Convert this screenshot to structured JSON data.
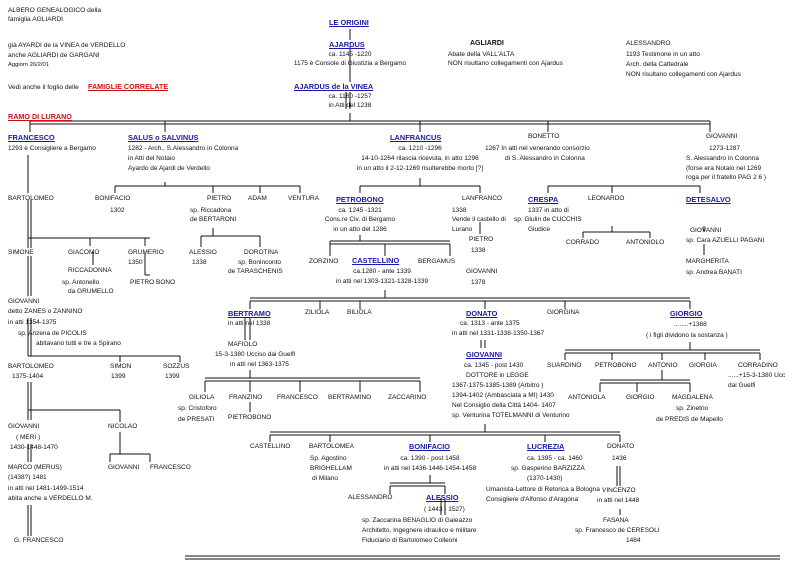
{
  "header": {
    "title1": "ALBERO GENEALOGICO della",
    "title2": "famiglia AGLIARDI",
    "alt1": "già AYARDI de la VINEA de VERDELLO",
    "alt2": "anche AGLIARDI de GARGANI",
    "updated": "Aggiorn 26/2/01",
    "see": "Vedi anche il foglio delle",
    "correlate": "FAMIGLIE CORRELATE",
    "ramo": "RAMO DI LURANO"
  },
  "top": {
    "origini": "LE ORIGINI",
    "ajardus": "AJARDUS",
    "ajardus_d1": "ca. 1145 -1220",
    "ajardus_d2": "1175 è Console di Giustizia a Bergamo",
    "agliardi": "AGLIARDI",
    "agliardi_d1": "Abate della VALL'ALTA",
    "agliardi_d2": "NON risultano collegamenti con Ajardus",
    "alessandro": "ALESSANDRO",
    "alessandro_d1": "1193 Testimone in un atto",
    "alessandro_d2": "Arch. della Cattedrale",
    "alessandro_d3": "NON risultano collegamenti con  Ajardus",
    "vinea": "AJARDUS  de la VINEA",
    "vinea_d1": "ca. 1180 -1257",
    "vinea_d2": "in Atti del 1238"
  },
  "gen2": {
    "francesco": "FRANCESCO",
    "francesco_d": "1293 è Consigliere a Bergamo",
    "salus": "SALUS  o SALVINUS",
    "salus_d1": "1282 - Arch., S.Alessandro in Colonna",
    "salus_d2": "in Atti del Notaio",
    "salus_d3": "Ayardo de Ajardi de Verdello",
    "lanfrancus": "LANFRANCUS",
    "lanfrancus_d1": "ca. 1210 -1296",
    "lanfrancus_d2": "14-10-1264 rilascia ricevuta, in atto 1296",
    "lanfrancus_d3": "in un atto il 2-12-1269 risulterebbe morto [?]",
    "bonetto": "BONETTO",
    "bonetto_d1": "1267 In atti nel venerando consorzio",
    "bonetto_d2": "di S. Alessandro in Colonna",
    "giovanni": "GIOVANNI",
    "giovanni_d1": "1273-1287",
    "giovanni_d2": "S. Alessandro in Colonna",
    "giovanni_d3": "(forse era Notaio nel 1269",
    "giovanni_d4": "roga per il fratello PAG 2 6 )"
  },
  "gen3": {
    "bartolomeo": "BARTOLOMEO",
    "bonifacio": "BONIFACIO",
    "bonifacio_d": "1302",
    "pietro": "PIETRO",
    "pietro_d1": "sp.  Riccadona",
    "pietro_d2": "de BERTARONI",
    "adam": "ADAM",
    "ventura": "VENTURA",
    "petrobono": "PETROBONO",
    "petrobono_d1": "ca. 1245 -1321",
    "petrobono_d2": "Cons.re Civ. di Bergamo",
    "petrobono_d3": "in un atto del 1286",
    "lanfranco": "LANFRANCO",
    "lanfranco_d1": "1338",
    "lanfranco_d2": "Vende il castello di",
    "lanfranco_d3": "Lurano",
    "crespa": "CRESPA",
    "crespa_d1": "1337 in atto di",
    "crespa_d2": "sp. Giulin de CUCCHIS",
    "crespa_d3": "Giudice",
    "leonardo": "LEONARDO",
    "corrado": "CORRADO",
    "antoniolo": "ANTONIOLO",
    "detesalvo": "DETESALVO",
    "detesalvo_d1": "GIOVANNI",
    "detesalvo_d2": "sp. Cara AZUELLI PAGANI",
    "margherita": "MARGHERITA",
    "margherita_d": "sp. Andrea BANATI"
  },
  "gen4": {
    "simone": "SIMONE",
    "giacomo": "GIACOMO",
    "riccadonna": "RICCADONNA",
    "riccadonna_d1": "sp.   Antonello",
    "riccadonna_d2": "da GRUMELLO",
    "grumerio": "GRUMERIO",
    "grumerio_d": "1350",
    "pietrobono_a": "PIETRO BONO",
    "alessio": "ALESSIO",
    "alessio_d": "1338",
    "dorotina": "DOROTINA",
    "dorotina_d1": "sp. Boninconto",
    "dorotina_d2": "de TARASCHENIS",
    "zorzino": "ZORZINO",
    "castellino": "CASTELLINO",
    "castellino_d1": "ca.1280 - ante 1339",
    "castellino_d2": "in atti nel 1303-1321-1328-1339",
    "bergamus": "BERGAMUS",
    "pietro_l": "PIETRO",
    "pietro_l_d": "1338",
    "giovanni_l": "GIOVANNI",
    "giovanni_l_d": "1378"
  },
  "gen5": {
    "giovanni": "GIOVANNI",
    "giovanni_d1": "detto ZANES o ZANNINO",
    "giovanni_d2": "in atti 1354-1375",
    "giovanni_d3": "sp.  Anzena  de PICOLIS",
    "giovanni_d4": "abitavano tutti e tre a Spirano",
    "bertramo": "BERTRAMO",
    "bertramo_d": "in atti nel 1338",
    "ziliola": "ZILIOLA",
    "biliola": "BILIOLA",
    "mafiolo": "MAFIOLO",
    "mafiolo_d1": "15-3-1380 Ucciso dai Guelfi",
    "mafiolo_d2": "in atti nel 1363-1375",
    "donato": "DONATO",
    "donato_d1": "ca. 1313 - ante 1375",
    "donato_d2": "in atti nel 1331-1338-1350-1367",
    "giorgina": "GIORGINA",
    "giorgio": "GIORGIO",
    "giorgio_d1": "........+1368",
    "giorgio_d2": "( i figli dividono la sostanza )"
  },
  "gen6": {
    "bartolomeo": "BARTOLOMEO",
    "bartolomeo_d": "1375-1404",
    "simon": "SIMON",
    "simon_d": "1399",
    "sozzus": "SOZZUS",
    "sozzus_d": "1399",
    "giovanni": "GIOVANNI",
    "giovanni_d1": "ca. 1345 - post 1430",
    "giovanni_d2": "DOTTORE in LEGGE",
    "giovanni_d3": "1367-1375-1385-1389 (Arbitro )",
    "giovanni_d4": "1394-1402 (Ambasciata a MI) 1430",
    "giovanni_d5": "Nel Consiglio della Città 1404- 1407",
    "giovanni_d6": "sp.  Venturina TOTELMANNI di Venturino",
    "suardino": "SUARDINO",
    "petrobono": "PETROBONO",
    "antonio": "ANTONIO",
    "giorgia": "GIORGIA",
    "corradino": "CORRADINO",
    "corradino_d1": "......+15-3-1380 Ucc",
    "corradino_d2": "dai Guelfi"
  },
  "gen7": {
    "giliola": "GILIOLA",
    "giliola_d1": "sp. Cristoforo",
    "giliola_d2": "de PRESATI",
    "franzino": "FRANZINO",
    "pietrobono": "PIETROBONO",
    "francesco": "FRANCESCO",
    "bertramino": "BERTRAMINO",
    "zaccarino": "ZACCARINO",
    "antoniola": "ANTONIOLA",
    "giorgio": "GIORGIO",
    "magdalena": "MAGDALENA",
    "magdalena_d1": "sp.  Zinetrio",
    "magdalena_d2": "de PREDIS de Mapello"
  },
  "gen8": {
    "giovanni": "GIOVANNI",
    "giovanni_d1": "( MERI )",
    "giovanni_d2": "1430-1448-1470",
    "nicolao": "NICOLAO",
    "marco": "MARCO (MERUS)",
    "marco_d1": "(1438?)  1481",
    "marco_d2": "in atti nel 1481-1499-1514",
    "marco_d3": "abita anche a VERDELLO M.",
    "giovanni2": "GIOVANNI",
    "francesco": "FRANCESCO",
    "gfrancesco": "G. FRANCESCO",
    "castellino": "CASTELLINO",
    "bartolomea": "BARTOLOMEA",
    "bartolomea_d1": "Sp. Agostino",
    "bartolomea_d2": "BRIGHELLAM",
    "bartolomea_d3": "di Milano",
    "bonifacio": "BONIFACIO",
    "bonifacio_d1": "ca. 1390 - post 1458",
    "bonifacio_d2": "in atti nel 1436-1446-1454-1458",
    "lucrezia": "LUCREZIA",
    "lucrezia_d1": "ca. 1395 - ca. 1460",
    "lucrezia_d2": "sp.  Gasperino BARZIZZA",
    "lucrezia_d3": "(1370-1430)",
    "lucrezia_d4": "Umanista-Lettore di Retorica a Bologna",
    "lucrezia_d5": "Consigliere d'Alfonso d'Aragona",
    "donato": "DONATO",
    "donato_d": "1436",
    "alessandro": "ALESSANDRO",
    "alessio": "ALESSIO",
    "alessio_d1": "( 1443 - 1527)",
    "alessio_d2": "sp.  Zaccarina BENAGLIO di Galeazzo",
    "alessio_d3": "Architetto, Ingegnere idraulico e militare",
    "alessio_d4": "Fiduciario di Bartolomeo Colleoni",
    "vincenzo": "VINCENZO",
    "vincenzo_d": "in atti nel 1448",
    "fasana": "FASANA",
    "fasana_d1": "sp.  Francesco de CERESOLI",
    "fasana_d2": "1484"
  }
}
